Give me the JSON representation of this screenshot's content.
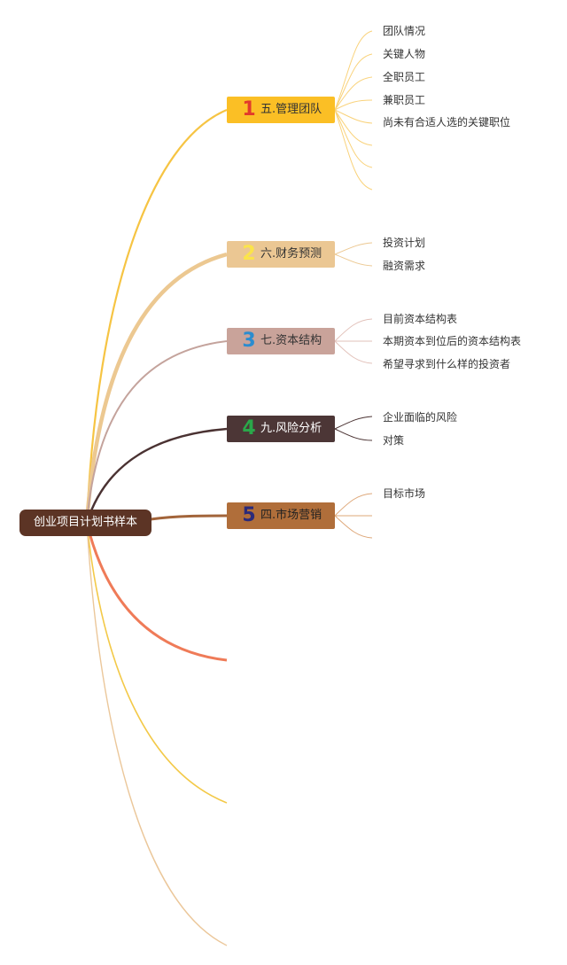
{
  "root": {
    "label": "创业项目计划书样本"
  },
  "branches": [
    {
      "num": "1",
      "label": "五.管理团队",
      "color": "#fbbf25",
      "num_color": "#e23a2b",
      "text_color": "#333333",
      "items": [
        "团队情况",
        "关键人物",
        "全职员工",
        "兼职员工",
        "尚未有合适人选的关键职位"
      ]
    },
    {
      "num": "2",
      "label": "六.财务预测",
      "color": "#ebc793",
      "num_color": "#fbe44a",
      "text_color": "#333333",
      "items": [
        "投资计划",
        "融资需求"
      ]
    },
    {
      "num": "3",
      "label": "七.资本结构",
      "color": "#c9a39a",
      "num_color": "#2b8ccf",
      "text_color": "#333333",
      "items": [
        "目前资本结构表",
        "本期资本到位后的资本结构表",
        "希望寻求到什么样的投资者"
      ]
    },
    {
      "num": "4",
      "label": "九.风险分析",
      "color": "#4c3636",
      "num_color": "#2aa84a",
      "text_color": "#ffffff",
      "items": [
        "企业面临的风险",
        "对策"
      ]
    },
    {
      "num": "5",
      "label": "四.市场营销",
      "color": "#b06e3a",
      "num_color": "#2b2a7a",
      "text_color": "#222222",
      "items": [
        "目标市场"
      ]
    }
  ],
  "colors": {
    "link_1": "#f6c443",
    "link_2": "#ecc891",
    "link_3": "#c4a39c",
    "link_4": "#4a3232",
    "link_5": "#a2643a",
    "link_6": "#ef7b58",
    "link_7": "#f3c948",
    "link_8": "#ebc79a"
  }
}
